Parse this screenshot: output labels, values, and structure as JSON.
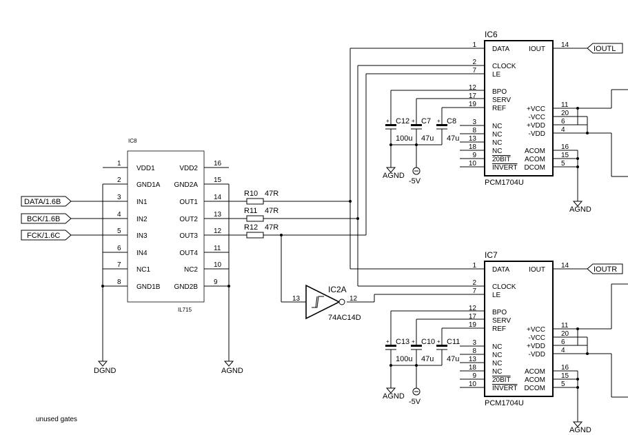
{
  "ic8": {
    "ref": "IC8",
    "part": "IL715",
    "left_pins": [
      {
        "num": "1",
        "name": "VDD1"
      },
      {
        "num": "2",
        "name": "GND1A"
      },
      {
        "num": "3",
        "name": "IN1"
      },
      {
        "num": "4",
        "name": "IN2"
      },
      {
        "num": "5",
        "name": "IN3"
      },
      {
        "num": "6",
        "name": "IN4"
      },
      {
        "num": "7",
        "name": "NC1"
      },
      {
        "num": "8",
        "name": "GND1B"
      }
    ],
    "right_pins": [
      {
        "num": "16",
        "name": "VDD2"
      },
      {
        "num": "15",
        "name": "GND2A"
      },
      {
        "num": "14",
        "name": "OUT1"
      },
      {
        "num": "13",
        "name": "OUT2"
      },
      {
        "num": "12",
        "name": "OUT3"
      },
      {
        "num": "11",
        "name": "OUT4"
      },
      {
        "num": "10",
        "name": "NC2"
      },
      {
        "num": "9",
        "name": "GND2B"
      }
    ]
  },
  "inputs": [
    "DATA/1.6B",
    "BCK/1.6B",
    "FCK/1.6C"
  ],
  "resistors": [
    {
      "ref": "R10",
      "value": "47R"
    },
    {
      "ref": "R11",
      "value": "47R"
    },
    {
      "ref": "R12",
      "value": "47R"
    }
  ],
  "gate": {
    "ref": "IC2A",
    "part": "74AC14D",
    "in_pin": "13",
    "out_pin": "12"
  },
  "dacs": [
    {
      "ref": "IC6",
      "part": "PCM1704U",
      "output": "IOUTL",
      "caps": [
        {
          "ref": "C12",
          "value": "100u"
        },
        {
          "ref": "C7",
          "value": "47u"
        },
        {
          "ref": "C8",
          "value": "47u"
        }
      ]
    },
    {
      "ref": "IC7",
      "part": "PCM1704U",
      "output": "IOUTR",
      "caps": [
        {
          "ref": "C13",
          "value": "100u"
        },
        {
          "ref": "C10",
          "value": "47u"
        },
        {
          "ref": "C11",
          "value": "47u"
        }
      ]
    }
  ],
  "dac_left_pins": [
    {
      "num": "1",
      "name": "DATA"
    },
    {
      "num": "2",
      "name": "CLOCK"
    },
    {
      "num": "7",
      "name": "LE"
    },
    {
      "num": "12",
      "name": "BPO"
    },
    {
      "num": "17",
      "name": "SERV"
    },
    {
      "num": "19",
      "name": "REF"
    },
    {
      "num": "3",
      "name": "NC"
    },
    {
      "num": "8",
      "name": "NC"
    },
    {
      "num": "13",
      "name": "NC"
    },
    {
      "num": "18",
      "name": "NC"
    },
    {
      "num": "9",
      "name": "20BIT"
    },
    {
      "num": "10",
      "name": "INVERT"
    }
  ],
  "dac_right_pins": [
    {
      "num": "14",
      "name": "IOUT"
    },
    {
      "num": "11",
      "name": "+VCC"
    },
    {
      "num": "20",
      "name": "-VCC"
    },
    {
      "num": "6",
      "name": "+VDD"
    },
    {
      "num": "4",
      "name": "-VDD"
    },
    {
      "num": "16",
      "name": "ACOM"
    },
    {
      "num": "15",
      "name": "ACOM"
    },
    {
      "num": "5",
      "name": "DCOM"
    }
  ],
  "grounds": {
    "dgnd": "DGND",
    "agnd": "AGND",
    "neg5": "-5V",
    "plus": "+"
  },
  "footnote": "unused gates"
}
